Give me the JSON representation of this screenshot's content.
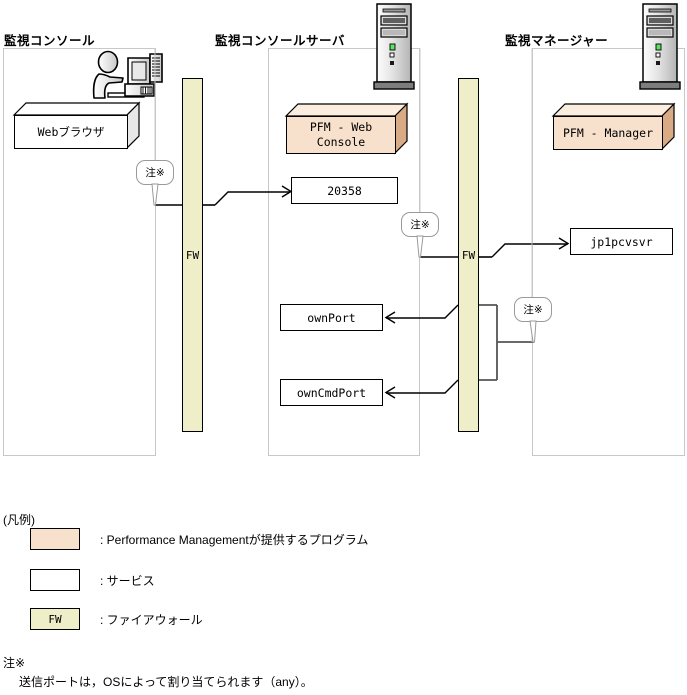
{
  "diagram": {
    "zones": [
      {
        "id": "console",
        "title": "監視コンソール"
      },
      {
        "id": "console_server",
        "title": "監視コンソールサーバ"
      },
      {
        "id": "manager",
        "title": "監視マネージャー"
      }
    ],
    "programs": [
      {
        "id": "web-browser",
        "label": "Webブラウザ",
        "kind": "service-3d",
        "color": "#ffffff"
      },
      {
        "id": "pfm-web-console",
        "label": "PFM - Web\nConsole",
        "kind": "pfm-3d",
        "color": "#f7e0cc"
      },
      {
        "id": "pfm-manager",
        "label": "PFM - Manager",
        "kind": "pfm-3d",
        "color": "#f7e0cc"
      }
    ],
    "services": [
      {
        "id": "port-20358",
        "label": "20358"
      },
      {
        "id": "own-port",
        "label": "ownPort"
      },
      {
        "id": "own-cmd-port",
        "label": "ownCmdPort"
      },
      {
        "id": "jp1pcvsvr",
        "label": "jp1pcvsvr"
      }
    ],
    "firewalls": [
      {
        "id": "fw-left",
        "label": "FW"
      },
      {
        "id": "fw-right",
        "label": "FW"
      }
    ],
    "callouts": [
      {
        "id": "note-console",
        "label": "注※"
      },
      {
        "id": "note-server",
        "label": "注※"
      },
      {
        "id": "note-ports",
        "label": "注※"
      }
    ],
    "icons": [
      {
        "id": "user-at-computer",
        "name": "user-workstation-icon"
      },
      {
        "id": "server-tower-console",
        "name": "server-tower-icon"
      },
      {
        "id": "server-tower-manager",
        "name": "server-tower-icon"
      }
    ]
  },
  "legend": {
    "title": "(凡例)",
    "items": [
      {
        "id": "legend-program",
        "swatch_label": "",
        "color": "#f7e0cc",
        "text": ": Performance Managementが提供するプログラム"
      },
      {
        "id": "legend-service",
        "swatch_label": "",
        "color": "#ffffff",
        "text": ": サービス"
      },
      {
        "id": "legend-firewall",
        "swatch_label": "FW",
        "color": "#eeeec8",
        "text": ": ファイアウォール"
      }
    ]
  },
  "footnote": {
    "marker": "注※",
    "text": "送信ポートは，OSによって割り当てられます（any）。"
  },
  "colors": {
    "pfm_fill": "#f7e0cc",
    "pfm_top": "#fbeede",
    "pfm_side": "#d8ab84",
    "service_fill": "#ffffff",
    "firewall_fill": "#eeeec8",
    "panel_border": "#c8c8c8",
    "line": "#000000"
  }
}
